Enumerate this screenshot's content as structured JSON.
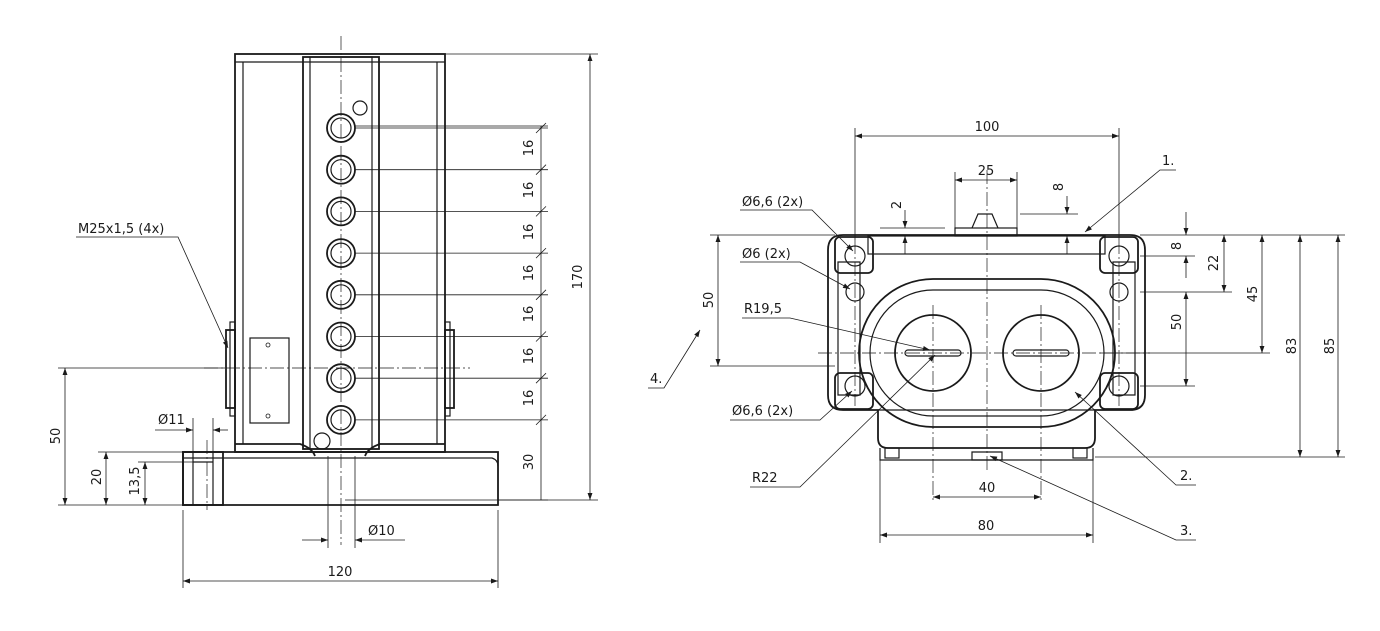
{
  "front_view": {
    "thread_label": "M25x1,5 (4x)",
    "bore_label": "Ø11",
    "pin_label": "Ø10",
    "dim_height_total": "170",
    "dim_pitch": "16",
    "dim_bottom": "30",
    "dim_axis_height": "50",
    "dim_base_height": "20",
    "dim_bore_depth": "13,5",
    "dim_width": "120"
  },
  "top_view": {
    "dim_width_holes": "100",
    "dim_top_center": "25",
    "dim_gap_2": "2",
    "dim_gap_8_top": "8",
    "hole_label_1": "Ø6,6 (2x)",
    "hole_label_2": "Ø6 (2x)",
    "radius_label_1": "R19,5",
    "hole_label_3": "Ø6,6 (2x)",
    "radius_label_2": "R22",
    "dim_left_50": "50",
    "dim_right_8": "8",
    "dim_right_22": "22",
    "dim_right_50": "50",
    "dim_right_45": "45",
    "dim_right_83": "83",
    "dim_right_85": "85",
    "dim_center_40": "40",
    "dim_base_80": "80",
    "callout_1": "1.",
    "callout_2": "2.",
    "callout_3": "3.",
    "callout_4": "4."
  },
  "colors": {
    "line": "#1a1a1a",
    "background": "#ffffff"
  }
}
